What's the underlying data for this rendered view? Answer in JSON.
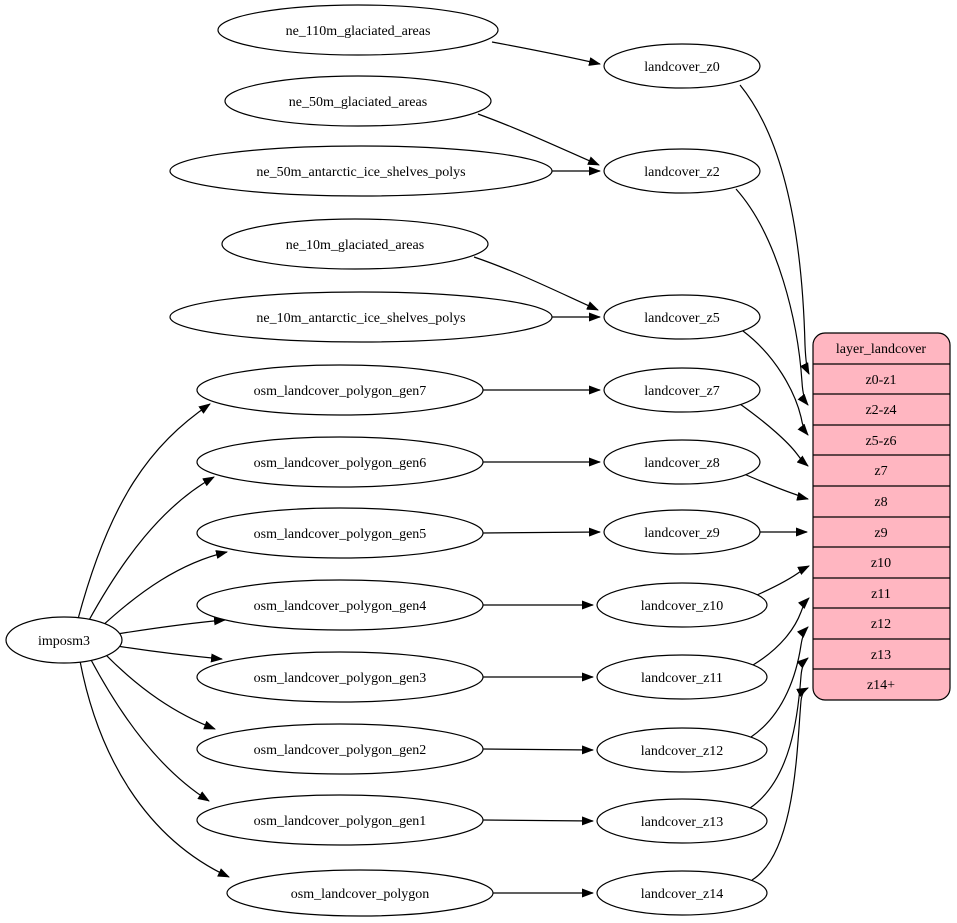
{
  "colors": {
    "background": "#ffffff",
    "node_fill": "#ffffff",
    "stroke": "#000000",
    "table_fill": "#ffb6c1"
  },
  "importer": {
    "label": "imposm3"
  },
  "sources": [
    {
      "label": "ne_110m_glaciated_areas"
    },
    {
      "label": "ne_50m_glaciated_areas"
    },
    {
      "label": "ne_50m_antarctic_ice_shelves_polys"
    },
    {
      "label": "ne_10m_glaciated_areas"
    },
    {
      "label": "ne_10m_antarctic_ice_shelves_polys"
    },
    {
      "label": "osm_landcover_polygon_gen7"
    },
    {
      "label": "osm_landcover_polygon_gen6"
    },
    {
      "label": "osm_landcover_polygon_gen5"
    },
    {
      "label": "osm_landcover_polygon_gen4"
    },
    {
      "label": "osm_landcover_polygon_gen3"
    },
    {
      "label": "osm_landcover_polygon_gen2"
    },
    {
      "label": "osm_landcover_polygon_gen1"
    },
    {
      "label": "osm_landcover_polygon"
    }
  ],
  "intermediates": [
    {
      "label": "landcover_z0"
    },
    {
      "label": "landcover_z2"
    },
    {
      "label": "landcover_z5"
    },
    {
      "label": "landcover_z7"
    },
    {
      "label": "landcover_z8"
    },
    {
      "label": "landcover_z9"
    },
    {
      "label": "landcover_z10"
    },
    {
      "label": "landcover_z11"
    },
    {
      "label": "landcover_z12"
    },
    {
      "label": "landcover_z13"
    },
    {
      "label": "landcover_z14"
    }
  ],
  "table": {
    "title": "layer_landcover",
    "rows": [
      "z0-z1",
      "z2-z4",
      "z5-z6",
      "z7",
      "z8",
      "z9",
      "z10",
      "z11",
      "z12",
      "z13",
      "z14+"
    ]
  },
  "edges": [
    {
      "from": "imposm3",
      "to": "osm_landcover_polygon_gen7"
    },
    {
      "from": "imposm3",
      "to": "osm_landcover_polygon_gen6"
    },
    {
      "from": "imposm3",
      "to": "osm_landcover_polygon_gen5"
    },
    {
      "from": "imposm3",
      "to": "osm_landcover_polygon_gen4"
    },
    {
      "from": "imposm3",
      "to": "osm_landcover_polygon_gen3"
    },
    {
      "from": "imposm3",
      "to": "osm_landcover_polygon_gen2"
    },
    {
      "from": "imposm3",
      "to": "osm_landcover_polygon_gen1"
    },
    {
      "from": "imposm3",
      "to": "osm_landcover_polygon"
    },
    {
      "from": "ne_110m_glaciated_areas",
      "to": "landcover_z0"
    },
    {
      "from": "ne_50m_glaciated_areas",
      "to": "landcover_z2"
    },
    {
      "from": "ne_50m_antarctic_ice_shelves_polys",
      "to": "landcover_z2"
    },
    {
      "from": "ne_10m_glaciated_areas",
      "to": "landcover_z5"
    },
    {
      "from": "ne_10m_antarctic_ice_shelves_polys",
      "to": "landcover_z5"
    },
    {
      "from": "osm_landcover_polygon_gen7",
      "to": "landcover_z7"
    },
    {
      "from": "osm_landcover_polygon_gen6",
      "to": "landcover_z8"
    },
    {
      "from": "osm_landcover_polygon_gen5",
      "to": "landcover_z9"
    },
    {
      "from": "osm_landcover_polygon_gen4",
      "to": "landcover_z10"
    },
    {
      "from": "osm_landcover_polygon_gen3",
      "to": "landcover_z11"
    },
    {
      "from": "osm_landcover_polygon_gen2",
      "to": "landcover_z12"
    },
    {
      "from": "osm_landcover_polygon_gen1",
      "to": "landcover_z13"
    },
    {
      "from": "osm_landcover_polygon",
      "to": "landcover_z14"
    },
    {
      "from": "landcover_z0",
      "to": "layer_landcover.z0-z1"
    },
    {
      "from": "landcover_z2",
      "to": "layer_landcover.z2-z4"
    },
    {
      "from": "landcover_z5",
      "to": "layer_landcover.z5-z6"
    },
    {
      "from": "landcover_z7",
      "to": "layer_landcover.z7"
    },
    {
      "from": "landcover_z8",
      "to": "layer_landcover.z8"
    },
    {
      "from": "landcover_z9",
      "to": "layer_landcover.z9"
    },
    {
      "from": "landcover_z10",
      "to": "layer_landcover.z10"
    },
    {
      "from": "landcover_z11",
      "to": "layer_landcover.z11"
    },
    {
      "from": "landcover_z12",
      "to": "layer_landcover.z12"
    },
    {
      "from": "landcover_z13",
      "to": "layer_landcover.z13"
    },
    {
      "from": "landcover_z14",
      "to": "layer_landcover.z14+"
    }
  ]
}
